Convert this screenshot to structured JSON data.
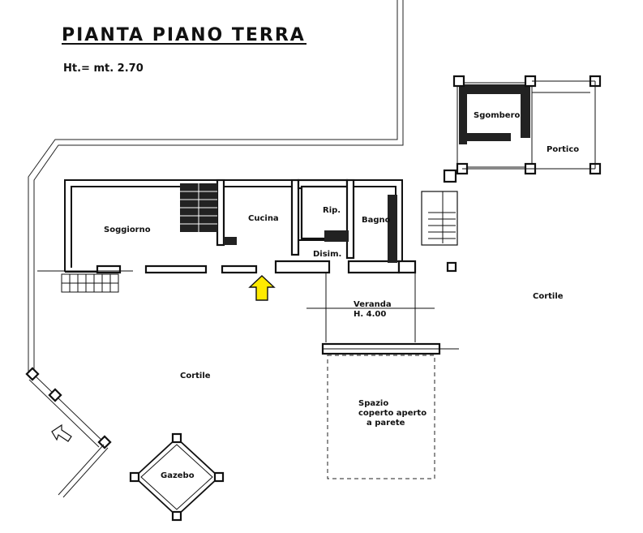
{
  "plan": {
    "title": "PIANTA PIANO TERRA",
    "height_note": "Ht.= mt. 2.70"
  },
  "rooms": {
    "soggiorno": "Soggiorno",
    "cucina": "Cucina",
    "rip": "Rip.",
    "bagno": "Bagno",
    "disimp": "Disim.",
    "sgombero": "Sgombero",
    "portico": "Portico",
    "cortile_right": "Cortile",
    "cortile_left": "Cortile",
    "veranda": "Veranda",
    "veranda_height": "H. 4.00",
    "spazio_line1": "Spazio",
    "spazio_line2": "coperto aperto",
    "spazio_line3": "a parete",
    "gazebo": "Gazebo"
  },
  "colors": {
    "arrow": "#ffea00",
    "ink": "#111111"
  },
  "icons": {
    "entrance": "entrance-arrow-icon",
    "gate": "gate-arrow-icon"
  }
}
